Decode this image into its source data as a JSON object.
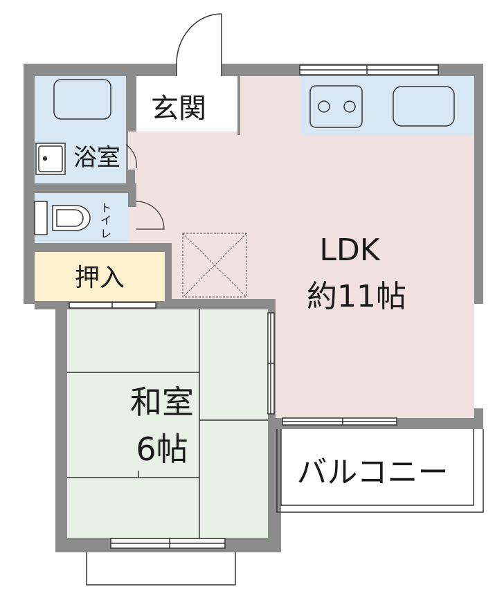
{
  "rooms": {
    "genkan": "玄関",
    "bath": "浴室",
    "toilet": [
      "ト",
      "イ",
      "レ"
    ],
    "closet": "押入",
    "ldk": {
      "name": "LDK",
      "size": "約11帖"
    },
    "washitsu": {
      "name": "和室",
      "size": "6帖"
    },
    "balcony": "バルコニー"
  },
  "colors": {
    "wall": "#8c8c8c",
    "ldk_floor": "#f1e1e1",
    "tatami": "#e6f0e4",
    "wet_area": "#d7e7f3",
    "closet": "#fdf0cf",
    "line": "#333333"
  }
}
